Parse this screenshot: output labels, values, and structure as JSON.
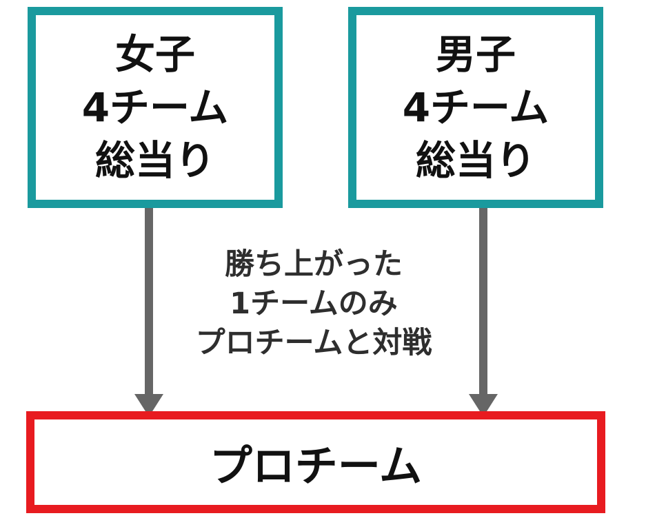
{
  "colors": {
    "team_box_border": "#1a9a9e",
    "pro_box_border": "#e81b20",
    "arrow": "#666666",
    "box_text": "#111111",
    "caption_text": "#2e2e2e",
    "background": "#ffffff"
  },
  "boxes": {
    "women": {
      "lines": [
        "女子",
        "4チーム",
        "総当り"
      ]
    },
    "men": {
      "lines": [
        "男子",
        "4チーム",
        "総当り"
      ]
    },
    "pro": {
      "label": "プロチーム"
    }
  },
  "caption": {
    "lines": [
      "勝ち上がった",
      "1チームのみ",
      "プロチームと対戦"
    ]
  },
  "arrows": {
    "left": "women-to-pro-down-arrow",
    "right": "men-to-pro-down-arrow"
  }
}
